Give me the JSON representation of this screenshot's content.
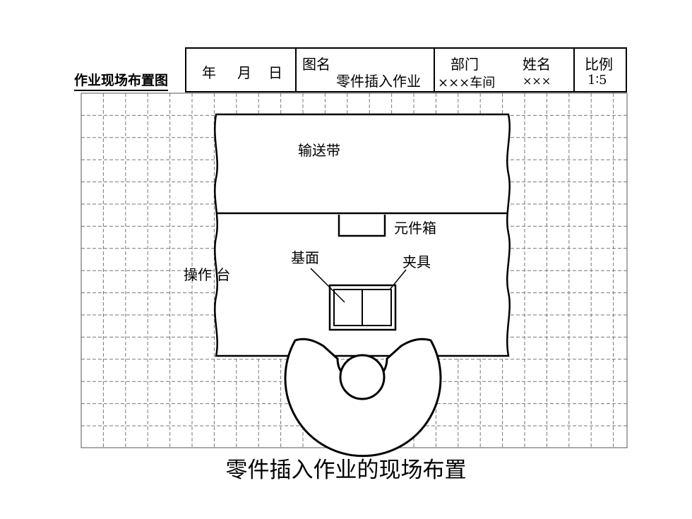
{
  "header": {
    "form_title": "作业现场布置图",
    "date": {
      "year": "年",
      "month": "月",
      "day": "日"
    },
    "drawing_name_label": "图名",
    "drawing_name": "零件插入作业",
    "department_label": "部门",
    "department": "×××车间",
    "person_label": "姓名",
    "person": "×××",
    "scale_label": "比例",
    "scale": "1∶5"
  },
  "layout_labels": {
    "conveyor": "输送带",
    "parts_box": "元件箱",
    "base_surface": "基面",
    "fixture": "夹具",
    "workbench": "操作 台"
  },
  "caption": "零件插入作业的现场布置"
}
